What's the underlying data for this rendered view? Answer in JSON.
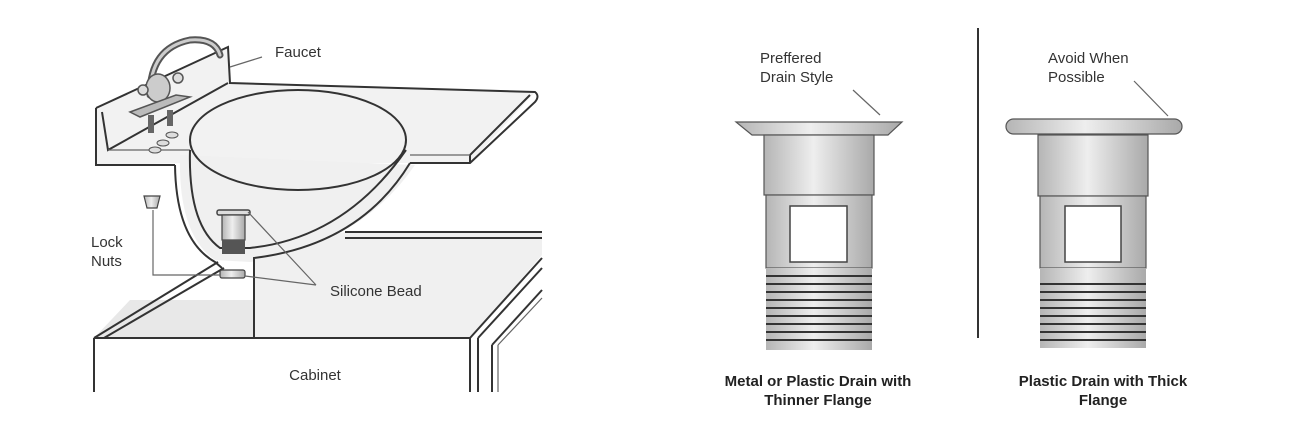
{
  "sink_diagram": {
    "labels": {
      "faucet": "Faucet",
      "lock_nuts_1": "Lock",
      "lock_nuts_2": "Nuts",
      "silicone_bead": "Silicone Bead",
      "cabinet": "Cabinet"
    }
  },
  "drain_comparison": {
    "preferred": {
      "note_1": "Preffered",
      "note_2": "Drain Style",
      "caption_1": "Metal or Plastic Drain with",
      "caption_2": "Thinner Flange"
    },
    "avoid": {
      "note_1": "Avoid When",
      "note_2": "Possible",
      "caption_1": "Plastic Drain with Thick",
      "caption_2": "Flange"
    }
  },
  "colors": {
    "line": "#333333",
    "fill_light": "#ececec",
    "metal": "#cfcfcf"
  }
}
